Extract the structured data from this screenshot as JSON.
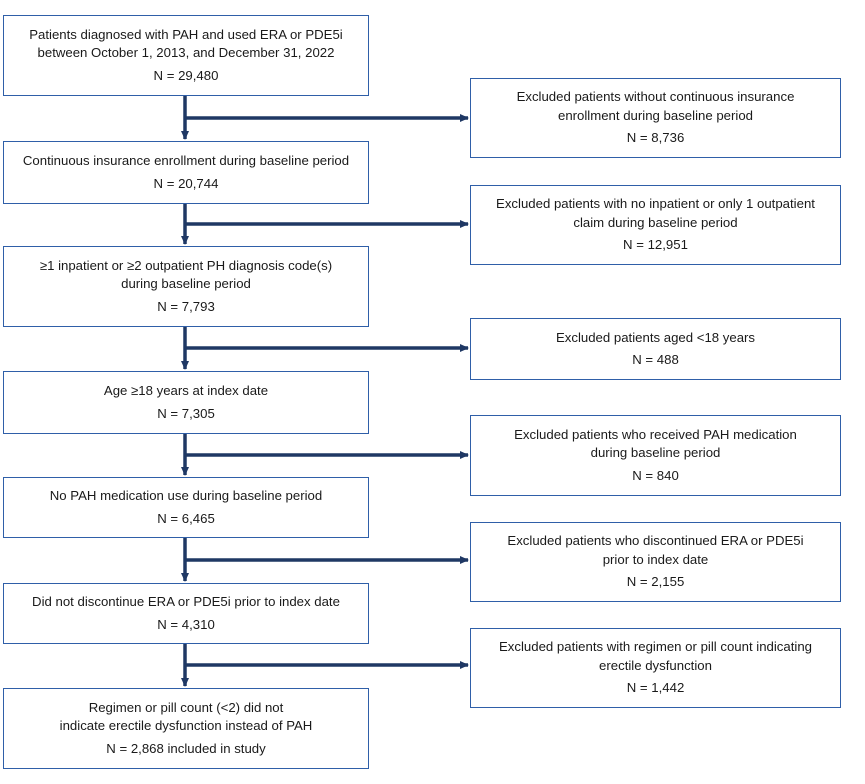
{
  "flowchart": {
    "main_boxes": [
      {
        "lines": [
          "Patients diagnosed with PAH and used ERA or PDE5i",
          "between October 1, 2013, and December 31, 2022"
        ],
        "n": "N = 29,480"
      },
      {
        "lines": [
          "Continuous insurance enrollment during baseline period"
        ],
        "n": "N = 20,744"
      },
      {
        "lines": [
          "≥1 inpatient or ≥2 outpatient PH diagnosis code(s)",
          "during baseline period"
        ],
        "n": "N = 7,793"
      },
      {
        "lines": [
          "Age ≥18 years at index date"
        ],
        "n": "N = 7,305"
      },
      {
        "lines": [
          "No PAH medication use during baseline period"
        ],
        "n": "N = 6,465"
      },
      {
        "lines": [
          "Did not discontinue ERA or PDE5i prior to index date"
        ],
        "n": "N = 4,310"
      },
      {
        "lines": [
          "Regimen or pill count (<2) did not",
          "indicate erectile dysfunction instead of PAH"
        ],
        "n": "N = 2,868 included in study"
      }
    ],
    "exclusion_boxes": [
      {
        "lines": [
          "Excluded patients without continuous insurance",
          "enrollment during baseline period"
        ],
        "n": "N = 8,736"
      },
      {
        "lines": [
          "Excluded patients with no inpatient or only 1 outpatient",
          "claim during baseline period"
        ],
        "n": "N = 12,951"
      },
      {
        "lines": [
          "Excluded patients aged <18 years"
        ],
        "n": "N = 488"
      },
      {
        "lines": [
          "Excluded patients who received PAH medication",
          "during baseline period"
        ],
        "n": "N = 840"
      },
      {
        "lines": [
          "Excluded patients who discontinued ERA or PDE5i",
          "prior to index date"
        ],
        "n": "N = 2,155"
      },
      {
        "lines": [
          "Excluded patients with regimen or pill count indicating",
          "erectile dysfunction"
        ],
        "n": "N = 1,442"
      }
    ],
    "colors": {
      "box_border": "#2f5fa8",
      "arrow": "#1f3864"
    }
  }
}
